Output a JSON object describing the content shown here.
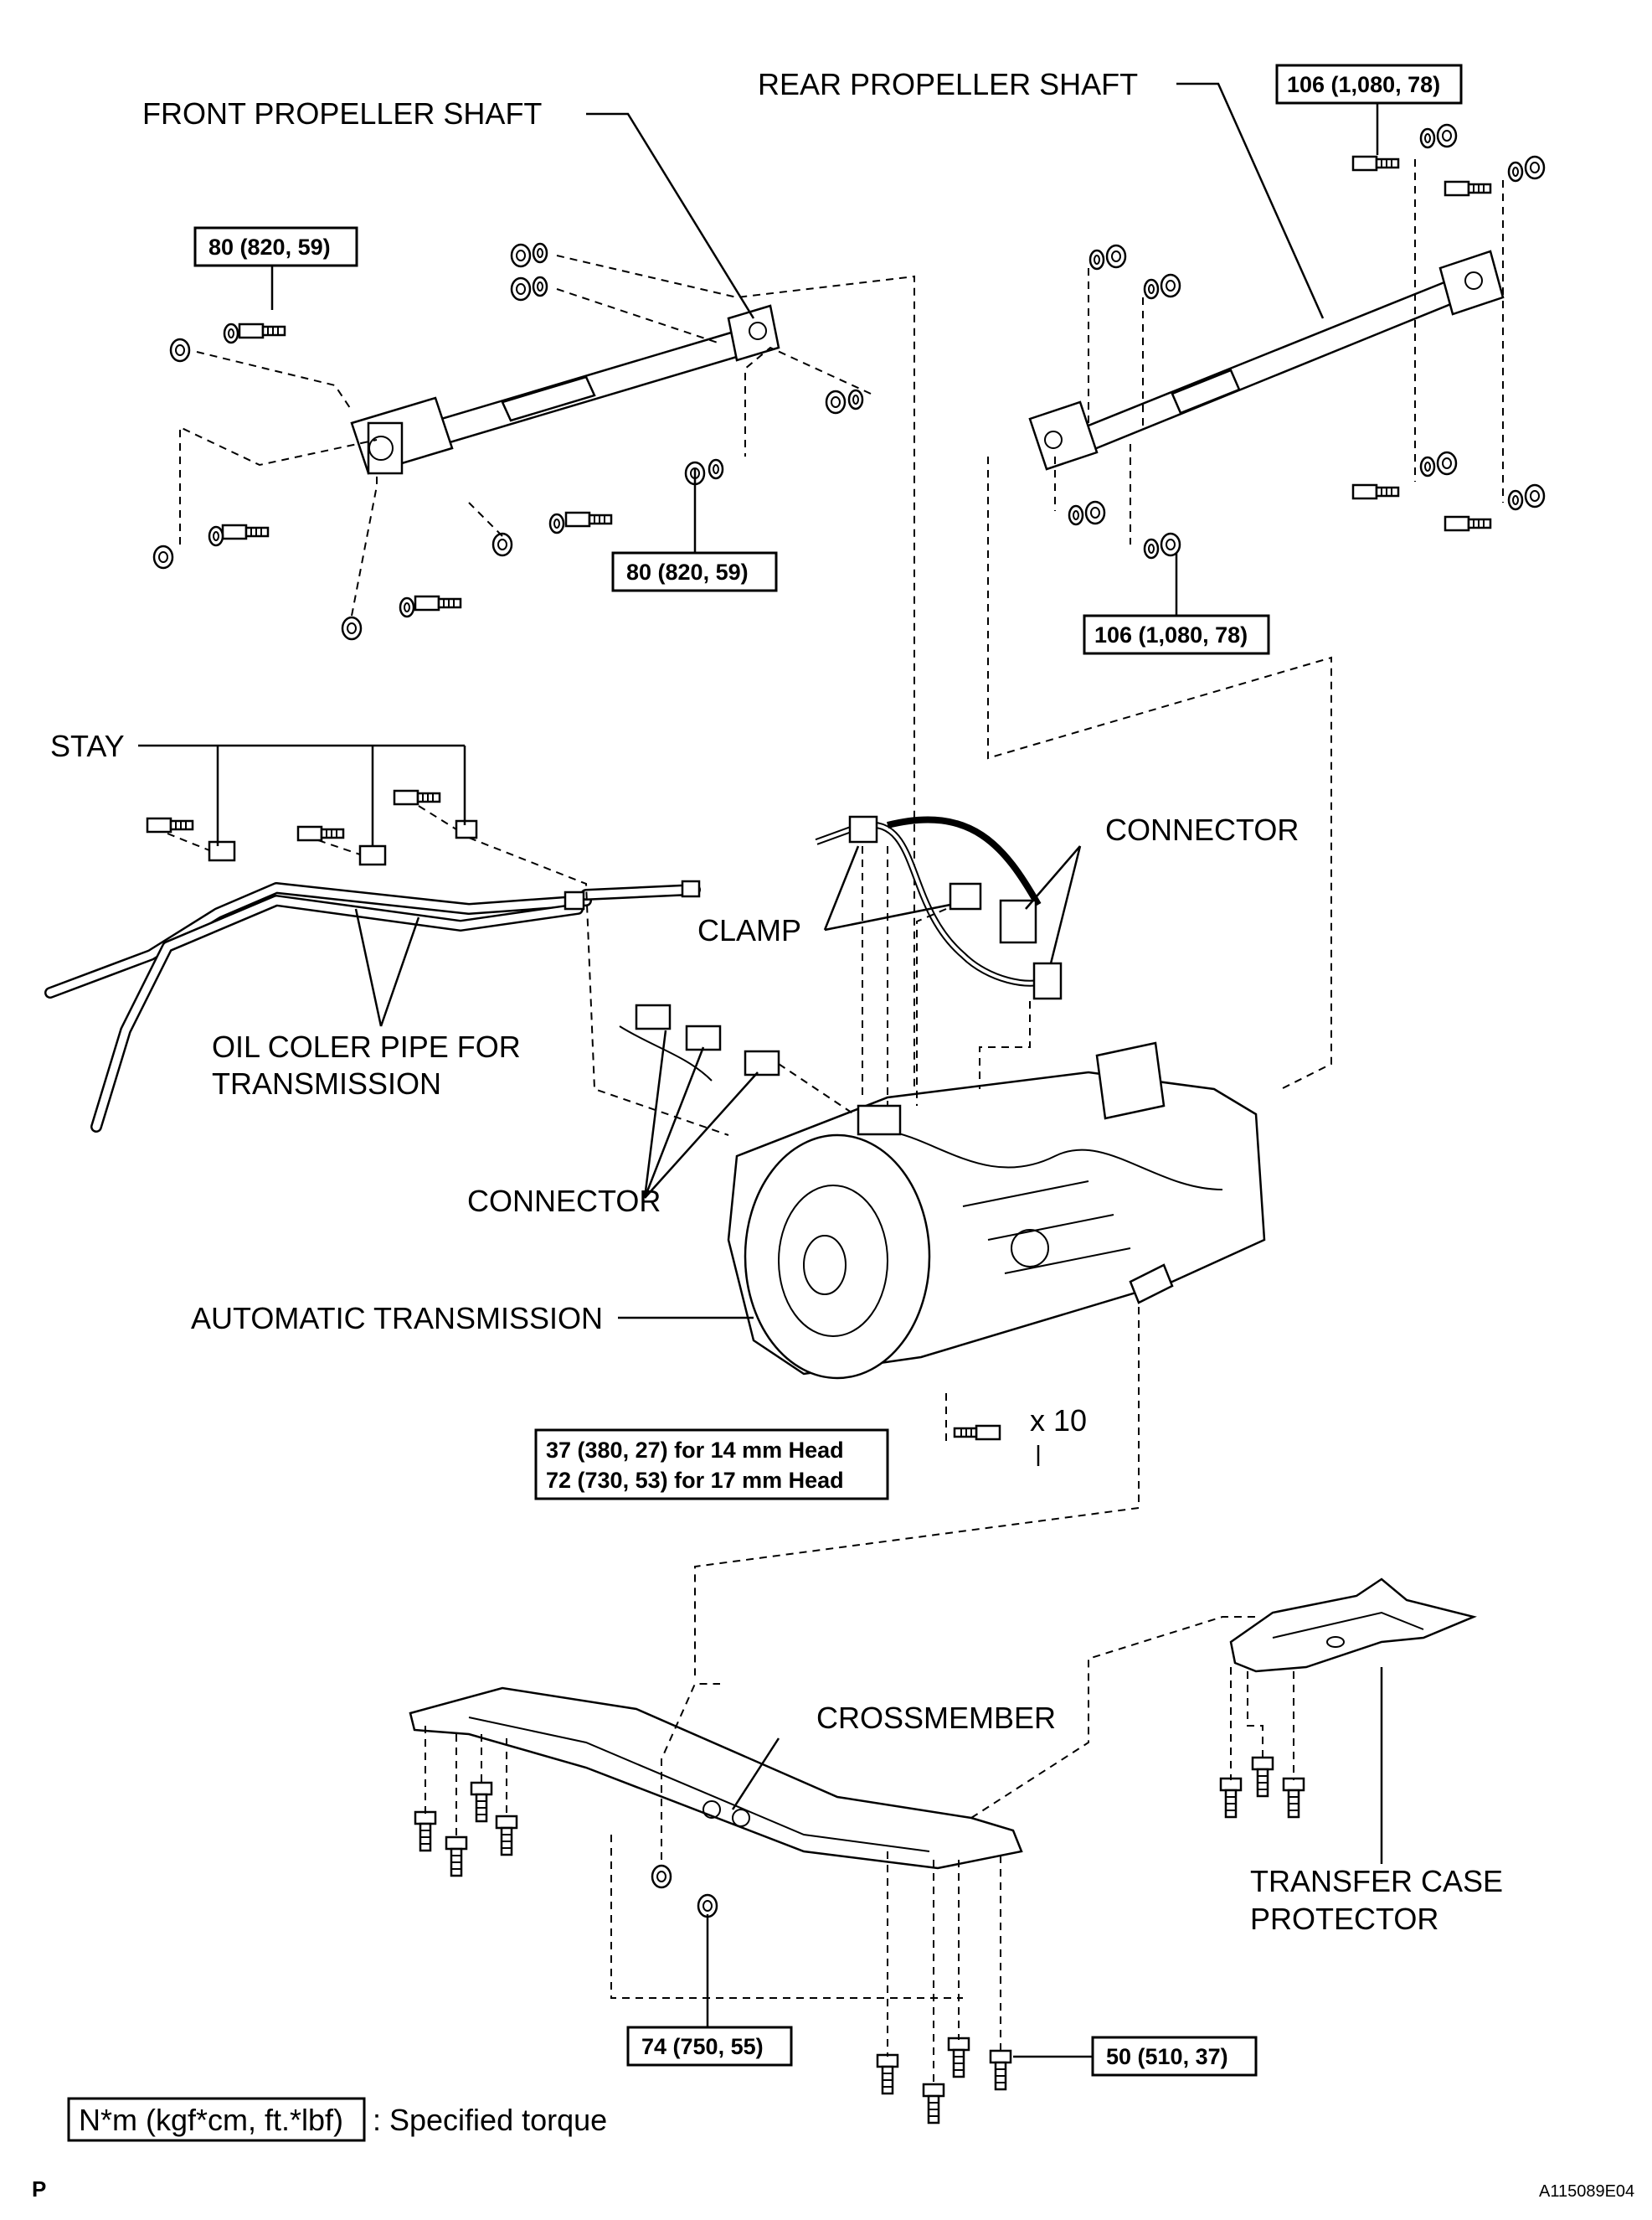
{
  "labels": {
    "front_propeller_shaft": "FRONT PROPELLER SHAFT",
    "rear_propeller_shaft": "REAR PROPELLER SHAFT",
    "stay": "STAY",
    "connector_upper": "CONNECTOR",
    "clamp": "CLAMP",
    "oil_cooler_pipe_line1": "OIL COLER PIPE FOR",
    "oil_cooler_pipe_line2": "TRANSMISSION",
    "connector_lower": "CONNECTOR",
    "automatic_transmission": "AUTOMATIC TRANSMISSION",
    "bolt_count": "x 10",
    "crossmember": "CROSSMEMBER",
    "transfer_case_protector_line1": "TRANSFER CASE",
    "transfer_case_protector_line2": "PROTECTOR"
  },
  "torques": {
    "front_shaft_rear_flange": "80 (820, 59)",
    "front_shaft_front_flange": "80 (820, 59)",
    "rear_shaft_top": "106 (1,080, 78)",
    "rear_shaft_bottom": "106 (1,080, 78)",
    "transmission_bolts_14mm": "37 (380, 27) for 14 mm Head",
    "transmission_bolts_17mm": "72 (730, 53) for 17 mm Head",
    "crossmember_center": "74 (750, 55)",
    "crossmember_right": "50 (510, 37)"
  },
  "legend": {
    "unit_box": "N*m (kgf*cm, ft.*lbf)",
    "description": ": Specified torque"
  },
  "corner": {
    "page_mark": "P",
    "figure_code": "A115089E04"
  }
}
